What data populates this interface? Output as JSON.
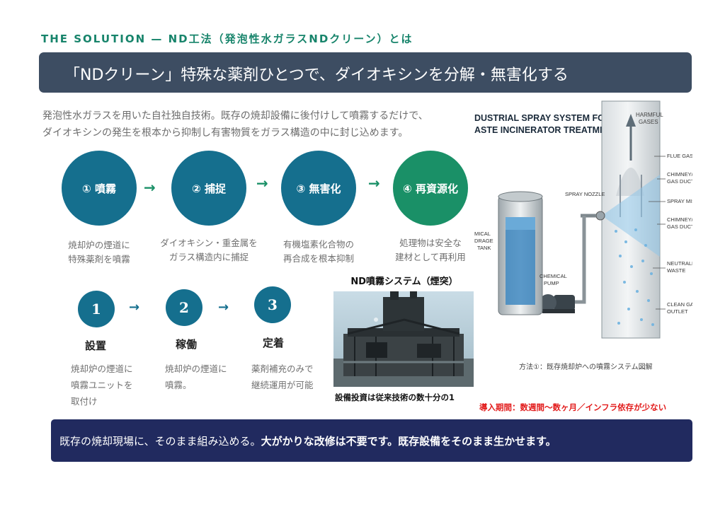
{
  "header": {
    "eyebrow": "THE SOLUTION — ND工法（発泡性水ガラスNDクリーン）とは",
    "title": "「NDクリーン」特殊な薬剤ひとつで、ダイオキシンを分解・無害化する"
  },
  "intro": {
    "line1": "発泡性水ガラスを用いた自社独自技術。既存の焼却設備に後付けして噴霧するだけで、",
    "line2": "ダイオキシンの発生を根本から抑制し有害物質をガラス構造の中に封じ込めます。"
  },
  "process_steps": [
    {
      "label": "① 噴霧",
      "desc_line1": "焼却炉の煙道に",
      "desc_line2": "特殊薬剤を噴霧"
    },
    {
      "label": "② 捕捉",
      "desc_line1": "ダイオキシン・重金属を",
      "desc_line2": "ガラス構造内に捕捉"
    },
    {
      "label": "③ 無害化",
      "desc_line1": "有機塩素化合物の",
      "desc_line2": "再合成を根本抑制"
    },
    {
      "label": "④ 再資源化",
      "desc_line1": "処理物は安全な",
      "desc_line2": "建材として再利用"
    }
  ],
  "arrow_glyph": "→",
  "phases": [
    {
      "number": "1",
      "label": "設置",
      "desc": [
        "焼却炉の煙道に",
        "噴霧ユニットを",
        "取付け"
      ]
    },
    {
      "number": "2",
      "label": "稼働",
      "desc": [
        "焼却炉の煙道に",
        "噴霧。"
      ]
    },
    {
      "number": "3",
      "label": "定着",
      "desc": [
        "薬剤補充のみで",
        "継続運用が可能"
      ]
    }
  ],
  "photo": {
    "title": "ND噴霧システム（煙突）",
    "caption": "設備投資は従来技術の数十分の1"
  },
  "diagram": {
    "title_line1": "DUSTRIAL SPRAY SYSTEM FOR",
    "title_line2": "ASTE INCINERATOR TREATMENT",
    "labels": {
      "harmful": "HARMFUL",
      "gases": "GASES",
      "flue_gases": "FLUE GASES",
      "chimney1_a": "CHIMNEY/F.L.",
      "chimney1_b": "GAS DUCT",
      "spray_mist": "SPRAY MIST",
      "chimney2_a": "CHIMNEY/F.L.",
      "chimney2_b": "GAS DUCT",
      "neutralized_a": "NEUTRALIZED",
      "neutralized_b": "WASTE",
      "clean_a": "CLEAN GAS",
      "clean_b": "OUTLET",
      "spray_nozzle": "SPRAY NOZZLE",
      "chemical_a": "CHEMICAL",
      "chemical_b": "PUMP",
      "tank_a": "MICAL",
      "tank_b": "DRAGE",
      "tank_c": "TANK"
    },
    "method_caption": "方法①：既存焼却炉への噴霧システム図解"
  },
  "intro_period": "導入期間：数週間〜数ヶ月／インフラ依存が少ない",
  "bottom_bar": {
    "text_regular": "既存の焼却現場に、そのまま組み込める。",
    "text_bold": "大がかりな改修は不要です。既存設備をそのまま生かせます。"
  },
  "colors": {
    "accent_green": "#17846b",
    "step_blue": "#156f8e",
    "step_green": "#1a9067",
    "title_bar": "#3d4d62",
    "bottom_bar": "#212a5f",
    "alert_red": "#e21b1b"
  }
}
